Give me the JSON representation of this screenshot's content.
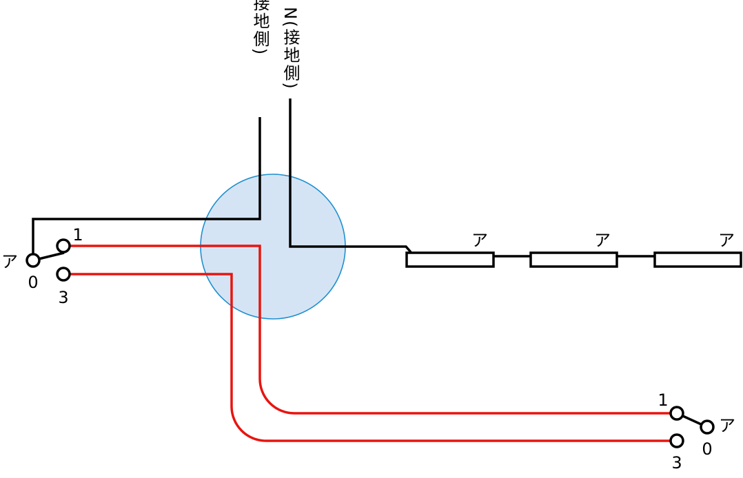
{
  "colors": {
    "junction_fill": "#d5e4f4",
    "junction_stroke": "#1e8fd0",
    "line_black": "#000000",
    "line_red": "#e8140f"
  },
  "supply": {
    "L_label": "L(非接地側)",
    "N_label": "N(接地側)"
  },
  "switch_left": {
    "common_label": "ア",
    "terminal_0": "0",
    "terminal_1": "1",
    "terminal_3": "3"
  },
  "switch_right": {
    "common_label": "ア",
    "terminal_0": "0",
    "terminal_1": "1",
    "terminal_3": "3"
  },
  "lamps": [
    {
      "label": "ア"
    },
    {
      "label": "ア"
    },
    {
      "label": "ア"
    }
  ]
}
